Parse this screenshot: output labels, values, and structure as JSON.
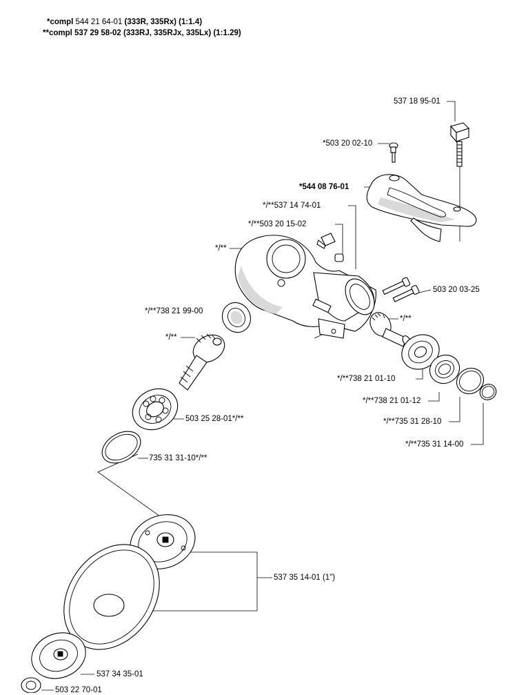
{
  "header": {
    "line1": {
      "prefix": "*compl",
      "number": "544 21 64-01",
      "models": "(333R, 335Rx) (1:1.4)"
    },
    "line2": {
      "prefix": "**compl",
      "number": "537 29 58-02",
      "models": "(333RJ, 335RJx, 335Lx) (1:1.29)"
    }
  },
  "parts": [
    {
      "id": "p1",
      "label": "537 18 95-01",
      "bold": false
    },
    {
      "id": "p2",
      "label": "*503 20 02-10",
      "bold": false
    },
    {
      "id": "p3",
      "label": "*544 08 76-01",
      "bold": true
    },
    {
      "id": "p4",
      "label": "*/**537 14 74-01",
      "bold": false
    },
    {
      "id": "p5",
      "label": "*/**503 20 15-02",
      "bold": false
    },
    {
      "id": "p6",
      "label": "*/**",
      "bold": false
    },
    {
      "id": "p7",
      "label": "503 20 03-25",
      "bold": false
    },
    {
      "id": "p8",
      "label": "*/**738 21 99-00",
      "bold": false
    },
    {
      "id": "p9",
      "label": "*/**",
      "bold": false
    },
    {
      "id": "p10",
      "label": "*/**",
      "bold": false
    },
    {
      "id": "p11",
      "label": "*/**738 21 01-10",
      "bold": false
    },
    {
      "id": "p12",
      "label": "*/**738 21 01-12",
      "bold": false
    },
    {
      "id": "p13",
      "label": "503 25 28-01*/**",
      "bold": false
    },
    {
      "id": "p14",
      "label": "*/**735 31 28-10",
      "bold": false
    },
    {
      "id": "p15",
      "label": "*/**735 31 14-00",
      "bold": false
    },
    {
      "id": "p16",
      "label": "735 31 31-10*/**",
      "bold": false
    },
    {
      "id": "p17",
      "label": "537 35 14-01 (1\")",
      "bold": false
    },
    {
      "id": "p18",
      "label": "537 34 35-01",
      "bold": false
    },
    {
      "id": "p19",
      "label": "503 22 70-01",
      "bold": false
    }
  ]
}
